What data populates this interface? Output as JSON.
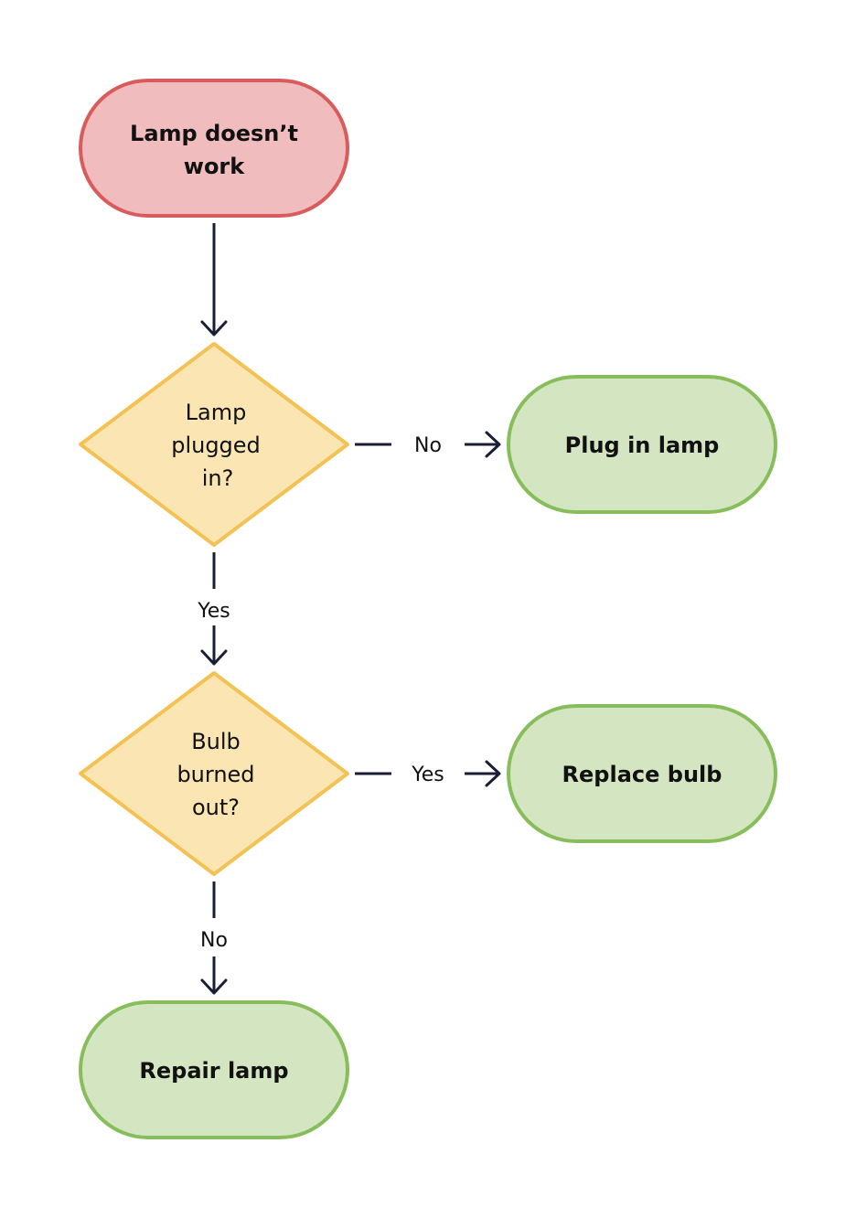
{
  "colors": {
    "start_fill": "#f0bcbd",
    "start_stroke": "#d95c5c",
    "decision_fill": "#fae5b3",
    "decision_stroke": "#f2c255",
    "end_fill": "#d3e6c1",
    "end_stroke": "#88bd5b",
    "edge": "#1a1f36",
    "text": "#111111"
  },
  "nodes": {
    "start": {
      "label_line1": "Lamp doesn’t",
      "label_line2": "work",
      "shape": "rounded-terminal"
    },
    "decision1": {
      "label_line1": "Lamp",
      "label_line2": "plugged",
      "label_line3": "in?",
      "shape": "diamond"
    },
    "end_plug": {
      "label": "Plug in lamp",
      "shape": "rounded-terminal"
    },
    "decision2": {
      "label_line1": "Bulb",
      "label_line2": "burned",
      "label_line3": "out?",
      "shape": "diamond"
    },
    "end_replace": {
      "label": "Replace bulb",
      "shape": "rounded-terminal"
    },
    "end_repair": {
      "label": "Repair lamp",
      "shape": "rounded-terminal"
    }
  },
  "edges": {
    "start_to_decision1": {
      "label": ""
    },
    "decision1_no": {
      "label": "No"
    },
    "decision1_yes": {
      "label": "Yes"
    },
    "decision2_yes": {
      "label": "Yes"
    },
    "decision2_no": {
      "label": "No"
    }
  }
}
